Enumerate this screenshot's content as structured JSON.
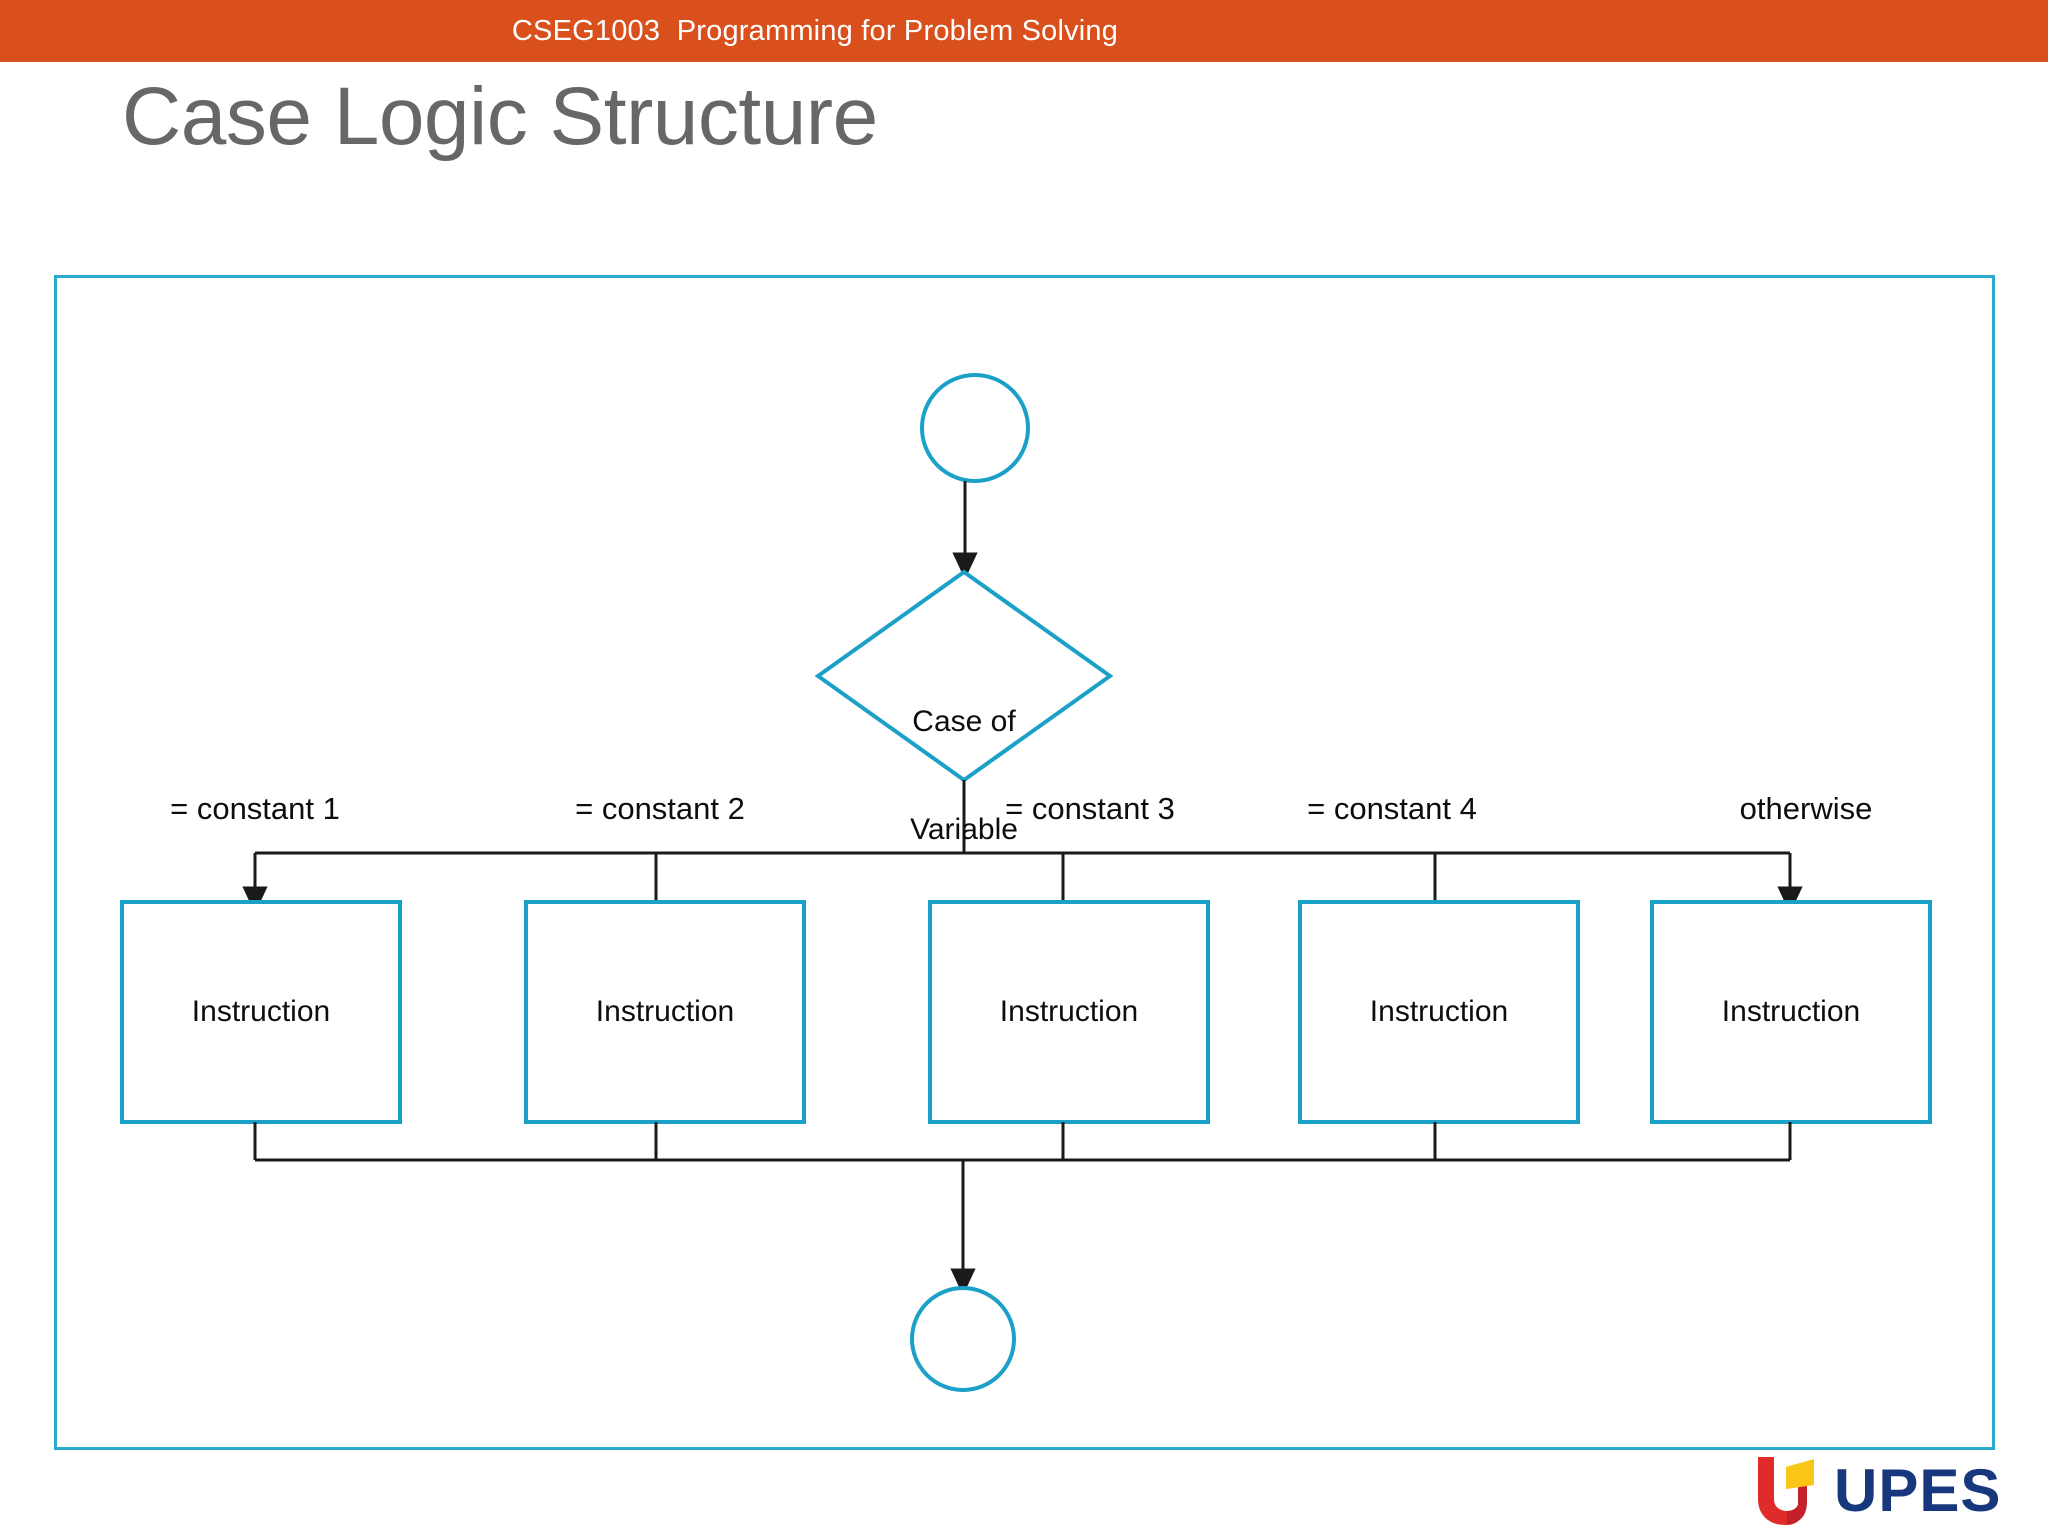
{
  "header": {
    "course_text": "CSEG1003  Programming for Problem Solving",
    "bar_color": "#D9501C",
    "text_color": "#FFFFFF"
  },
  "slide": {
    "title": "Case Logic Structure",
    "title_color": "#676767",
    "frame_color": "#2BA8CE",
    "background": "#FFFFFF"
  },
  "flowchart": {
    "accent_color": "#1BA0C8",
    "connector_color": "#262626",
    "start_node": {
      "name": "start-terminator",
      "shape": "circle",
      "label": ""
    },
    "decision": {
      "shape": "diamond",
      "line1": "Case of",
      "line2": "Variable"
    },
    "branches": [
      {
        "label": "= constant 1",
        "box_label": "Instruction"
      },
      {
        "label": "= constant 2",
        "box_label": "Instruction"
      },
      {
        "label": "= constant 3",
        "box_label": "Instruction"
      },
      {
        "label": "= constant 4",
        "box_label": "Instruction"
      },
      {
        "label": "otherwise",
        "box_label": "Instruction"
      }
    ],
    "end_node": {
      "name": "end-terminator",
      "shape": "circle",
      "label": ""
    }
  },
  "footer": {
    "logo_text": "UPES",
    "logo_text_color": "#17387C",
    "logo_mark_red": "#E02B2B",
    "logo_mark_dark_red": "#C4202A",
    "logo_mark_yellow": "#F9C516"
  }
}
